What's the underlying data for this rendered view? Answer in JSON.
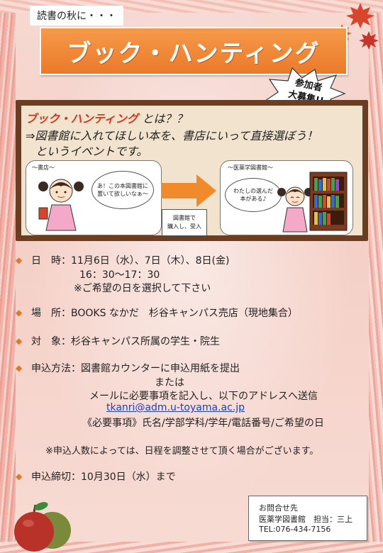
{
  "header": {
    "subtitle": "読書の秋に・・・",
    "title": "ブック・ハンティング",
    "badge_line1": "参加者",
    "badge_line2": "大募集!!"
  },
  "intro": {
    "question_highlight": "ブック・ハンティング",
    "question_rest": "とは？？",
    "desc_line1": "⇒図書館に入れてほしい本を、書店にいって直接選ぼう！",
    "desc_line2": "というイベントです。"
  },
  "illustration": {
    "left_label": "～書店～",
    "left_bubble_line1": "あ！この本図書館に",
    "left_bubble_line2": "置いて欲しいなぁ～",
    "arrow_tag_line1": "図書館で",
    "arrow_tag_line2": "購入し、受入",
    "right_label": "～医薬学図書館～",
    "right_bubble_line1": "わたしの選んだ",
    "right_bubble_line2": "本がある♪"
  },
  "details": {
    "date_label": "日　時：",
    "date_value": "11月6日（水）、7日（木）、8日(金)",
    "time_value": "16：30～17：30",
    "date_note": "※ご希望の日を選択して下さい",
    "place_label": "場　所：",
    "place_value": "BOOKS なかだ　杉谷キャンパス売店（現地集合）",
    "target_label": "対　象：",
    "target_value": "杉谷キャンパス所属の学生・院生",
    "apply_label": "申込方法：",
    "apply_value1": "図書館カウンターに申込用紙を提出",
    "apply_or": "または",
    "apply_value2": "メールに必要事項を記入し、以下のアドレスへ送信",
    "email": "tkanri@adm.u-toyama.ac.jp",
    "required": "《必要事項》氏名/学部学科/学年/電話番号/ご希望の日",
    "note": "※申込人数によっては、日程を調整させて頂く場合がございます。",
    "deadline_label": "申込締切：",
    "deadline_value": "10月30日（水）まで"
  },
  "contact": {
    "heading": "お問合せ先",
    "line1": "医薬学図書館　担当：三上",
    "line2": "TEL:076-434-7156"
  },
  "colors": {
    "accent_orange": "#ea7a2a",
    "title_red": "#d9361c",
    "frame_brown": "#6b3e22",
    "link_blue": "#1a3fd0"
  }
}
